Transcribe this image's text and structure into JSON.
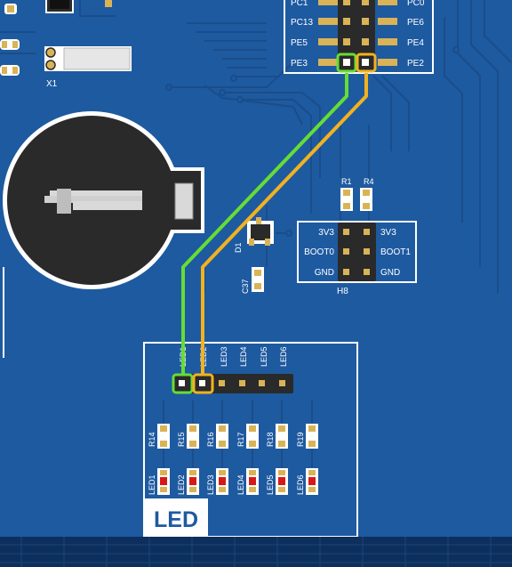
{
  "colors": {
    "board": "#1e5aa0",
    "trace": "#1a4d8a",
    "silk": "#ffffff",
    "pad": "#d9b356",
    "bottom_strip": "#0d2f5e",
    "wire_green": "#66dd33",
    "wire_orange": "#f2b21f",
    "led_red": "#d81818"
  },
  "header_top": {
    "rows": [
      {
        "left": "PC1",
        "right": "PC0"
      },
      {
        "left": "PC13",
        "right": "PE6"
      },
      {
        "left": "PE5",
        "right": "PE4"
      },
      {
        "left": "PE3",
        "right": "PE2"
      }
    ]
  },
  "crystal": {
    "label": "X1"
  },
  "resistors_top": [
    "R1",
    "R4"
  ],
  "diode": {
    "label": "D1"
  },
  "capacitor": {
    "label": "C37"
  },
  "boot_header": {
    "left": [
      "3V3",
      "BOOT0",
      "GND"
    ],
    "right": [
      "3V3",
      "BOOT1",
      "GND"
    ],
    "label": "H8"
  },
  "led_header": {
    "pins": [
      "LED1",
      "LED2",
      "LED3",
      "LED4",
      "LED5",
      "LED6"
    ]
  },
  "led_resistors": [
    "R14",
    "R15",
    "R16",
    "R17",
    "R18",
    "R19"
  ],
  "leds": [
    "LED1",
    "LED2",
    "LED3",
    "LED4",
    "LED5",
    "LED6"
  ],
  "panel_title": "LED"
}
